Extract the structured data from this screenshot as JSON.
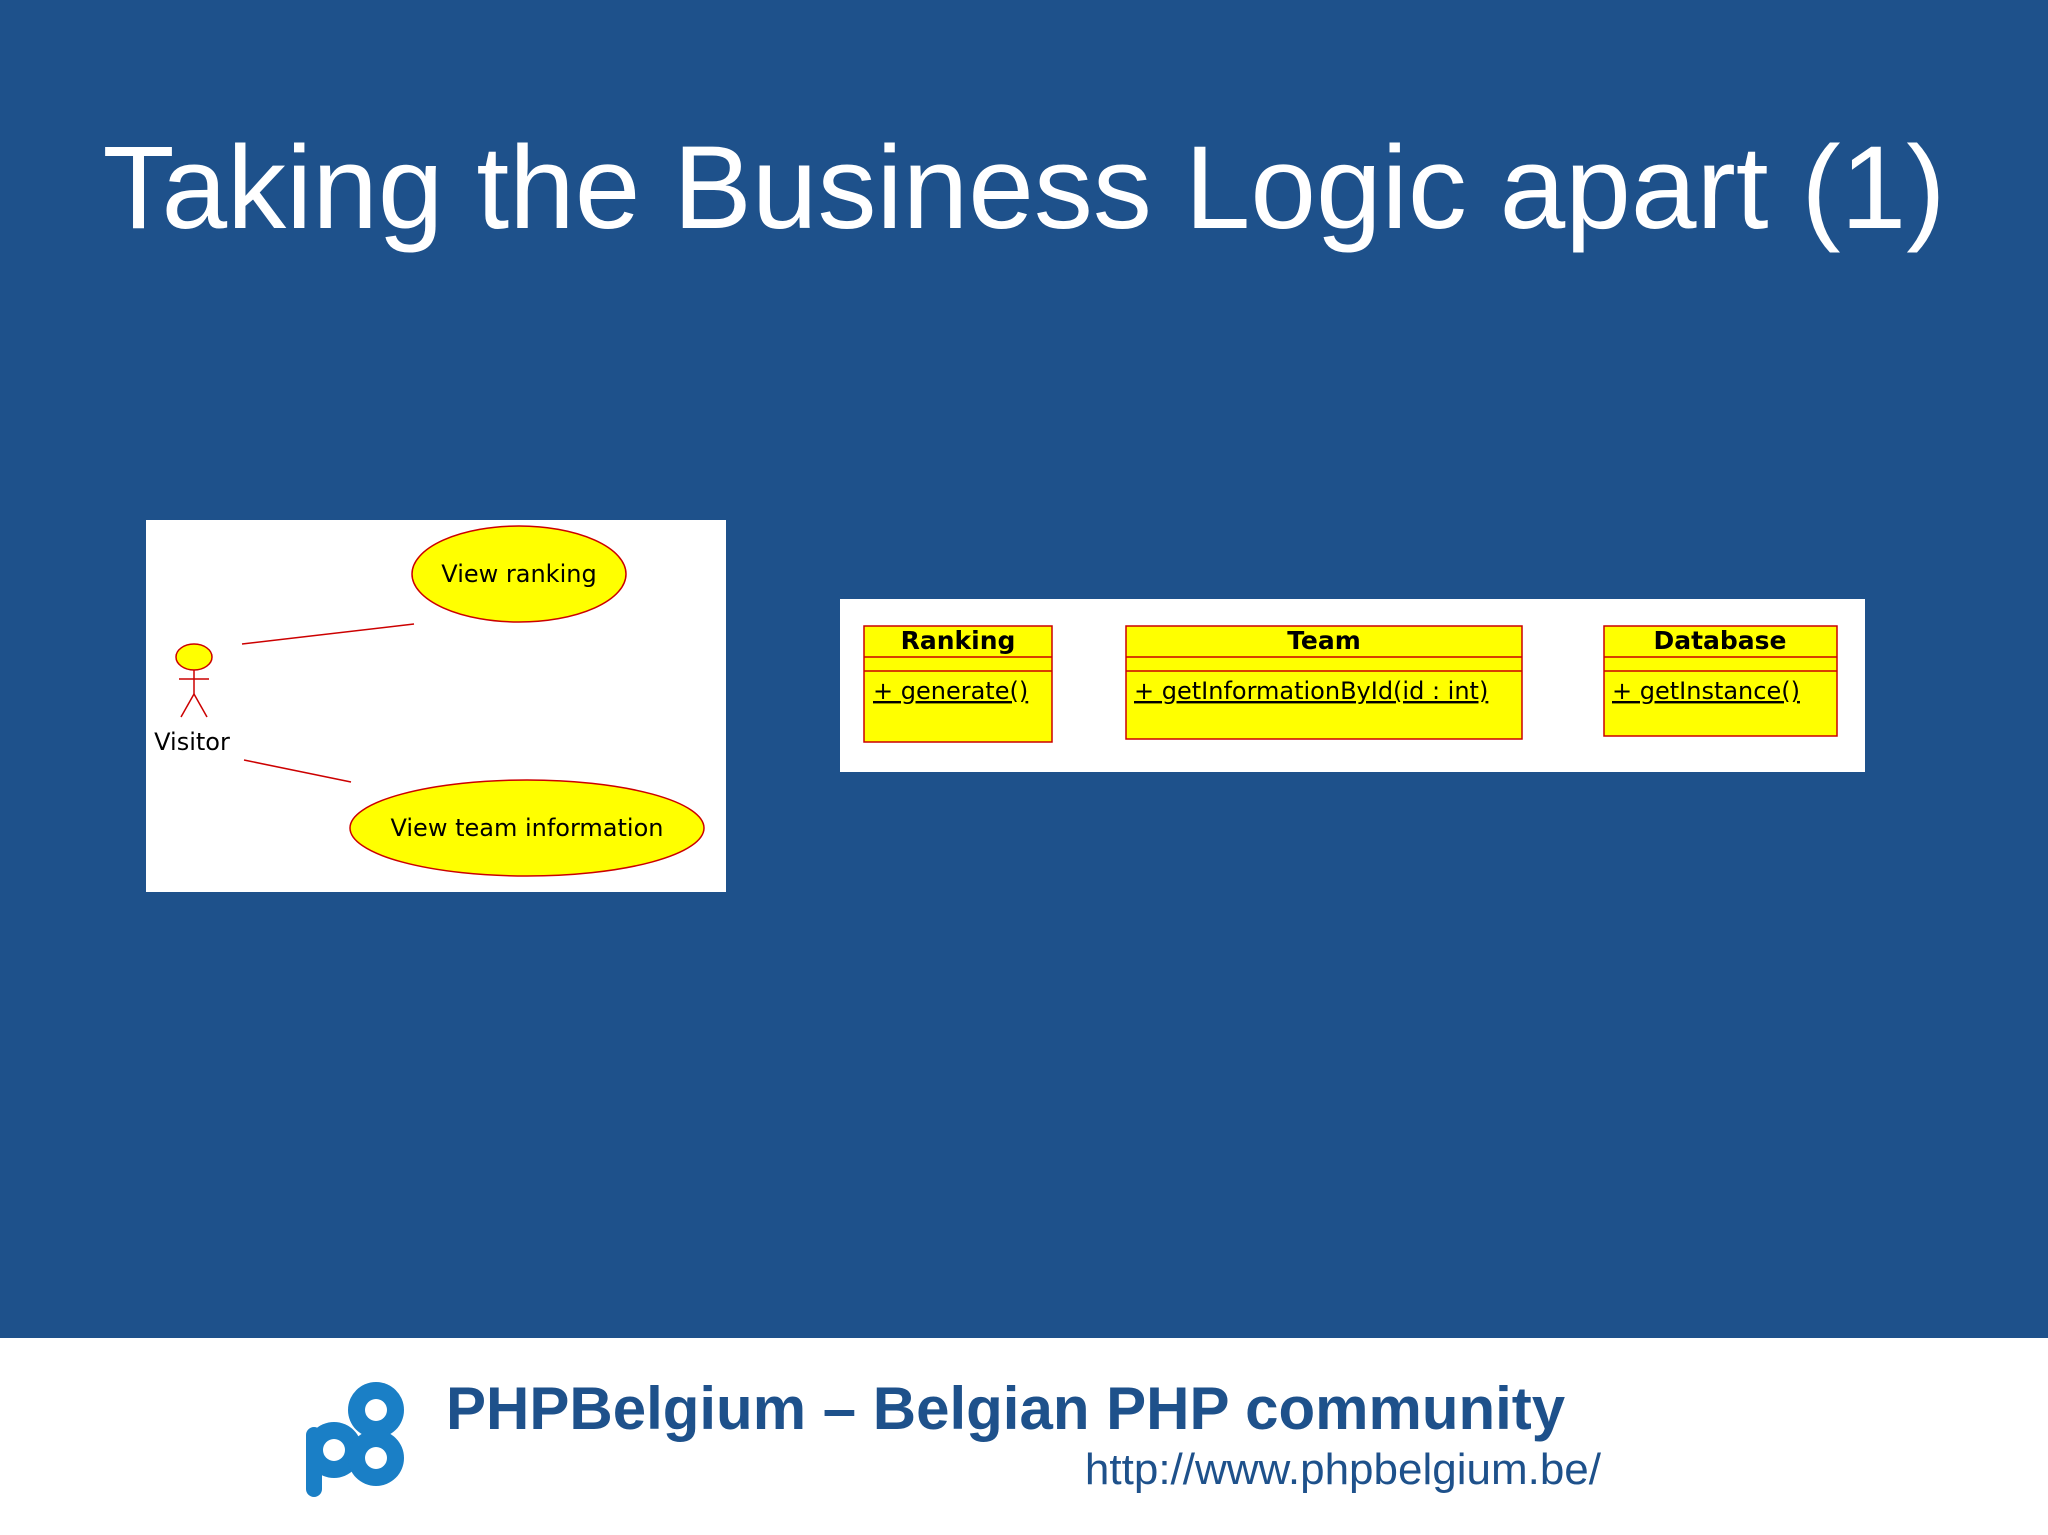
{
  "slide": {
    "title": "Taking the Business Logic apart (1)"
  },
  "use_case_diagram": {
    "actor": "Visitor",
    "use_cases": [
      "View ranking",
      "View team information"
    ]
  },
  "class_diagram": {
    "classes": [
      {
        "name": "Ranking",
        "method": "+ generate()"
      },
      {
        "name": "Team",
        "method": "+ getInformationById(id : int)"
      },
      {
        "name": "Database",
        "method": "+ getInstance()"
      }
    ]
  },
  "footer": {
    "title": "PHPBelgium – Belgian PHP community",
    "url": "http://www.phpbelgium.be/"
  },
  "colors": {
    "background": "#1e518b",
    "uml_fill": "#ffff00",
    "uml_stroke": "#cc0000"
  }
}
